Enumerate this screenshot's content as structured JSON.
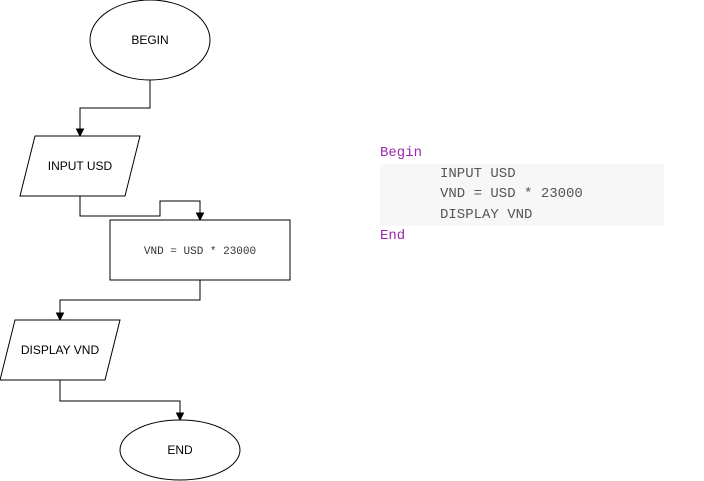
{
  "flowchart": {
    "begin": "BEGIN",
    "input": "INPUT USD",
    "process": "VND = USD * 23000",
    "display": "DISPLAY VND",
    "end": "END"
  },
  "pseudocode": {
    "begin": "Begin",
    "lines": [
      "INPUT USD",
      "VND = USD * 23000",
      "DISPLAY VND"
    ],
    "end": "End"
  },
  "colors": {
    "keyword": "#9c27b0",
    "code_text": "#555555",
    "code_bg": "#f7f7f7"
  }
}
